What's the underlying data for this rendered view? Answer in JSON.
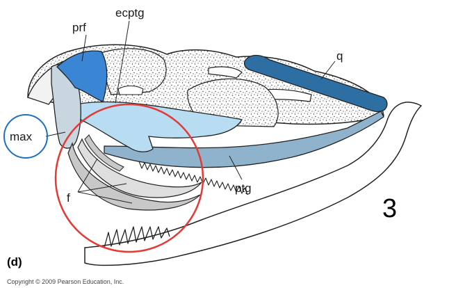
{
  "labels": {
    "prf": "prf",
    "ecptg": "ecptg",
    "q": "q",
    "max": "max",
    "f": "f",
    "ptg": "ptg"
  },
  "panel_label": "(d)",
  "figure_number": "3",
  "copyright": "Copyright © 2009 Pearson Education, Inc.",
  "colors": {
    "prefrontal": "#3a86d4",
    "quadrate": "#2d6fa3",
    "ectopterygoid": "#b8dcf2",
    "pterygoid": "#8fb3cc",
    "maxilla": "#c8d6e0",
    "fangs": "#c8c8c8",
    "highlight_circles": "#e53935",
    "max_circle": "#1e6fc4"
  }
}
